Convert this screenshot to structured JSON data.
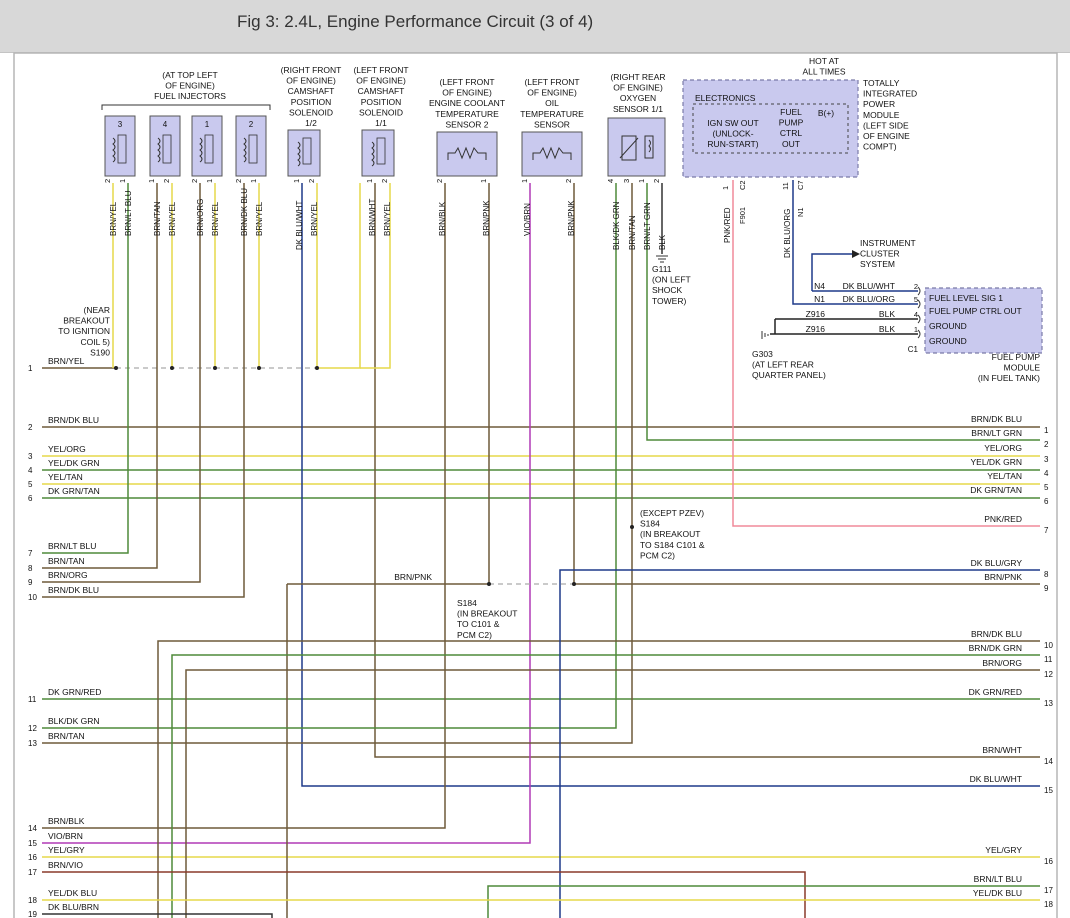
{
  "header": {
    "title": "Fig 3: 2.4L, Engine Performance Circuit (3 of 4)"
  },
  "components": {
    "injectors": {
      "label": [
        "(AT TOP LEFT",
        "OF ENGINE)",
        "FUEL INJECTORS"
      ],
      "numbers": [
        "3",
        "4",
        "1",
        "2"
      ],
      "pins": [
        "2",
        "1",
        "1",
        "2",
        "2",
        "1",
        "2",
        "1"
      ],
      "wires": [
        "BRN/YEL",
        "BRN/LT BLU",
        "BRN/TAN",
        "BRN/YEL",
        "BRN/ORG",
        "BRN/YEL",
        "BRN/DK BLU",
        "BRN/YEL"
      ]
    },
    "cam_rf": {
      "label": [
        "(RIGHT FRONT",
        "OF ENGINE)",
        "CAMSHAFT",
        "POSITION",
        "SOLENOID",
        "1/2"
      ],
      "pins": [
        "1",
        "2"
      ],
      "wires": [
        "DK BLU/WHT",
        "BRN/YEL"
      ]
    },
    "cam_lf": {
      "label": [
        "(LEFT FRONT",
        "OF ENGINE)",
        "CAMSHAFT",
        "POSITION",
        "SOLENOID",
        "1/1"
      ],
      "pins": [
        "1",
        "2"
      ],
      "wires": [
        "BRN/WHT",
        "BRN/YEL"
      ]
    },
    "ect": {
      "label": [
        "(LEFT FRONT",
        "OF ENGINE)",
        "ENGINE COOLANT",
        "TEMPERATURE",
        "SENSOR 2"
      ],
      "pins": [
        "2",
        "1"
      ],
      "wires": [
        "BRN/BLK",
        "BRN/PNK"
      ]
    },
    "oil": {
      "label": [
        "(LEFT FRONT",
        "OF ENGINE)",
        "OIL",
        "TEMPERATURE",
        "SENSOR"
      ],
      "pins": [
        "1",
        "2"
      ],
      "wires": [
        "VIO/BRN",
        "BRN/PNK"
      ]
    },
    "o2": {
      "label": [
        "(RIGHT REAR",
        "OF ENGINE)",
        "OXYGEN",
        "SENSOR 1/1"
      ],
      "pins": [
        "4",
        "3",
        "1",
        "2"
      ],
      "wires": [
        "BLK/DK GRN",
        "BRN/TAN",
        "BRN/LT GRN",
        "BLK"
      ]
    },
    "tipm": {
      "hot": [
        "HOT AT",
        "ALL TIMES"
      ],
      "label": [
        "TOTALLY",
        "INTEGRATED",
        "POWER",
        "MODULE",
        "(LEFT SIDE",
        "OF ENGINE",
        "COMPT)"
      ],
      "electronics": "ELECTRONICS",
      "ign": [
        "IGN SW OUT",
        "(UNLOCK-",
        "RUN-START)"
      ],
      "fuel": [
        "FUEL",
        "PUMP",
        "CTRL",
        "OUT"
      ],
      "bplus": "B(+)",
      "pins": [
        "1",
        "11"
      ],
      "connectors": [
        "C2",
        "C7"
      ],
      "circuits": [
        "F901",
        "N1"
      ],
      "wires": [
        "PNK/RED",
        "DK BLU/ORG"
      ]
    },
    "g111": [
      "G111",
      "(ON LEFT",
      "SHOCK",
      "TOWER)"
    ],
    "instrument": [
      "INSTRUMENT",
      "CLUSTER",
      "SYSTEM"
    ],
    "fpm": {
      "label": [
        "FUEL PUMP",
        "MODULE",
        "(IN FUEL TANK)"
      ],
      "rows": [
        "FUEL LEVEL SIG 1",
        "FUEL PUMP CTRL OUT",
        "GROUND",
        "GROUND"
      ],
      "pins": [
        "2",
        "5",
        "4",
        "1"
      ],
      "connector": "C1",
      "circuits": [
        "N4",
        "N1",
        "Z916",
        "Z916"
      ],
      "wires": [
        "DK BLU/WHT",
        "DK BLU/ORG",
        "BLK",
        "BLK"
      ]
    },
    "g303": [
      "G303",
      "(AT LEFT REAR",
      "QUARTER PANEL)"
    ],
    "s190": [
      "(NEAR",
      "BREAKOUT",
      "TO IGNITION",
      "COIL 5)",
      "S190"
    ],
    "s184a": [
      "S184",
      "(IN BREAKOUT",
      "TO C101 &",
      "PCM C2)"
    ],
    "s184b": [
      "(EXCEPT PZEV)",
      "S184",
      "(IN BREAKOUT",
      "TO S184 C101 &",
      "PCM C2)"
    ]
  },
  "left_rows": [
    {
      "n": "1",
      "label": "BRN/YEL"
    },
    {
      "n": "2",
      "label": "BRN/DK BLU"
    },
    {
      "n": "3",
      "label": "YEL/ORG"
    },
    {
      "n": "4",
      "label": "YEL/DK GRN"
    },
    {
      "n": "5",
      "label": "YEL/TAN"
    },
    {
      "n": "6",
      "label": "DK GRN/TAN"
    },
    {
      "n": "7",
      "label": "BRN/LT BLU"
    },
    {
      "n": "8",
      "label": "BRN/TAN"
    },
    {
      "n": "9",
      "label": "BRN/ORG"
    },
    {
      "n": "10",
      "label": "BRN/DK BLU"
    },
    {
      "n": "11",
      "label": "DK GRN/RED"
    },
    {
      "n": "12",
      "label": "BLK/DK GRN"
    },
    {
      "n": "13",
      "label": "BRN/TAN"
    },
    {
      "n": "14",
      "label": "BRN/BLK"
    },
    {
      "n": "15",
      "label": "VIO/BRN"
    },
    {
      "n": "16",
      "label": "YEL/GRY"
    },
    {
      "n": "17",
      "label": "BRN/VIO"
    },
    {
      "n": "18",
      "label": "YEL/DK BLU"
    },
    {
      "n": "19",
      "label": "DK BLU/BRN"
    }
  ],
  "right_rows": [
    {
      "n": "1",
      "label": "BRN/DK BLU"
    },
    {
      "n": "2",
      "label": "BRN/LT GRN"
    },
    {
      "n": "3",
      "label": "YEL/ORG"
    },
    {
      "n": "4",
      "label": "YEL/DK GRN"
    },
    {
      "n": "5",
      "label": "YEL/TAN"
    },
    {
      "n": "6",
      "label": "DK GRN/TAN"
    },
    {
      "n": "7",
      "label": "PNK/RED"
    },
    {
      "n": "8",
      "label": "DK BLU/GRY"
    },
    {
      "n": "9",
      "label": "BRN/PNK"
    },
    {
      "n": "10",
      "label": "BRN/DK BLU"
    },
    {
      "n": "11",
      "label": "BRN/DK GRN"
    },
    {
      "n": "12",
      "label": "BRN/ORG"
    },
    {
      "n": "13",
      "label": "DK GRN/RED"
    },
    {
      "n": "14",
      "label": "BRN/WHT"
    },
    {
      "n": "15",
      "label": "DK BLU/WHT"
    },
    {
      "n": "16",
      "label": "YEL/GRY"
    },
    {
      "n": "17",
      "label": "BRN/LT BLU"
    },
    {
      "n": "18",
      "label": "YEL/DK BLU"
    }
  ],
  "mid_labels": {
    "brn_pnk": "BRN/PNK"
  },
  "colors": {
    "brown": "#6e5a3a",
    "yellow": "#e6d84a",
    "green": "#4f8a3a",
    "pink": "#f08a9a",
    "blue": "#1f3a8a",
    "violet": "#b13ab5",
    "black": "#222222",
    "module": "#c9c9ee",
    "module_border": "#7a7aa8"
  }
}
